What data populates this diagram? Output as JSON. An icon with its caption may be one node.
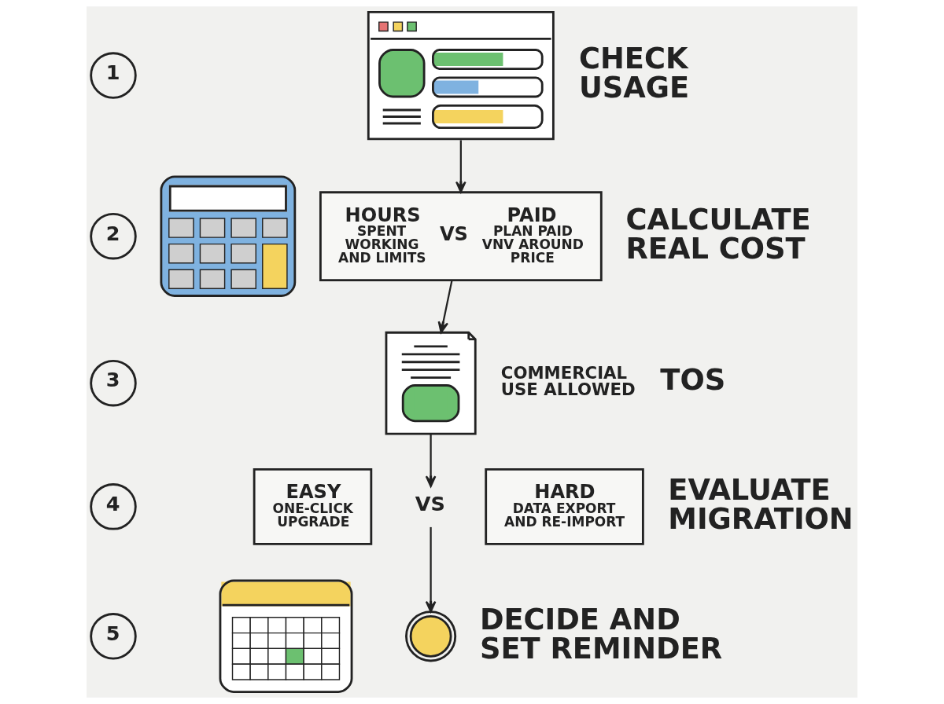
{
  "diagram": {
    "nodes": [
      {
        "text": [
          "1"
        ]
      },
      {
        "text": [],
        "shape": "picture",
        "beside": [
          "CHECK USAGE"
        ]
      },
      {
        "text": [
          "2"
        ]
      },
      {
        "text": [],
        "shape": "picture"
      },
      {
        "text": [
          "HOURS",
          "SPENT WORKING AND LIMITS",
          "VS",
          "PAID",
          "PLAN PAID VNV AROUND PRICE"
        ],
        "beside": [
          "CALCULATE REAL COST"
        ]
      },
      {
        "text": [
          "3"
        ]
      },
      {
        "text": [],
        "shape": "picture",
        "beside": [
          "COMMERCIAL USE ALLOWED",
          "TOS"
        ]
      },
      {
        "text": [
          "4"
        ]
      },
      {
        "text": [
          "EASY",
          "ONE-CLICK UPGRADE"
        ]
      },
      {
        "text": [
          "VS"
        ]
      },
      {
        "text": [
          "HARD",
          "DATA EXPORT AND RE-IMPORT"
        ],
        "beside": [
          "EVALUATE MIGRATION"
        ]
      },
      {
        "text": [
          "5"
        ]
      },
      {
        "text": [],
        "shape": "picture"
      },
      {
        "text": [],
        "shape": "picture",
        "beside": [
          "DECIDE AND SET REMINDER"
        ]
      }
    ],
    "edges": [
      {
        "from": 1,
        "to": 4,
        "arrow": "to"
      },
      {
        "from": 4,
        "to": 6,
        "arrow": "to"
      },
      {
        "from": 6,
        "to": 9,
        "arrow": "to"
      },
      {
        "from": 9,
        "to": 13,
        "arrow": "to"
      }
    ]
  }
}
